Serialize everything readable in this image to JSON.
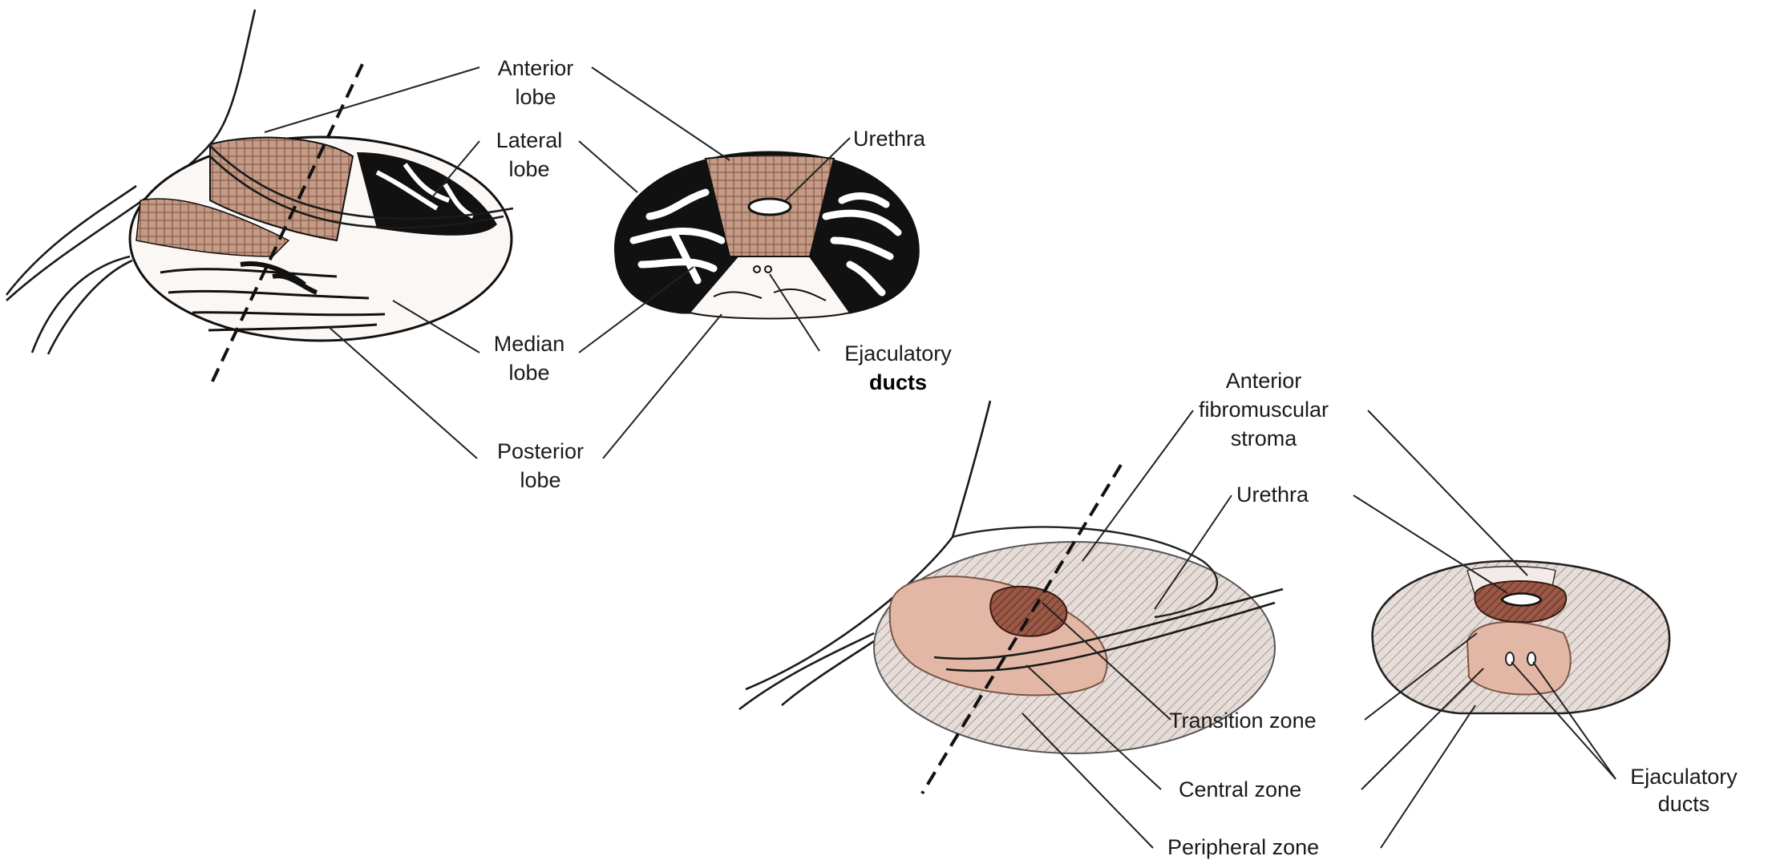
{
  "top_figure": {
    "labels": {
      "anterior_lobe": [
        "Anterior",
        "lobe"
      ],
      "lateral_lobe": [
        "Lateral",
        "lobe"
      ],
      "median_lobe": [
        "Median",
        "lobe"
      ],
      "posterior_lobe": [
        "Posterior",
        "lobe"
      ],
      "urethra": "Urethra",
      "ejaculatory_ducts": [
        "Ejaculatory",
        "ducts"
      ]
    }
  },
  "bottom_figure": {
    "labels": {
      "anterior_fibromuscular_stroma": [
        "Anterior",
        "fibromuscular",
        "stroma"
      ],
      "urethra": "Urethra",
      "transition_zone": "Transition zone",
      "central_zone": "Central zone",
      "peripheral_zone": "Peripheral zone",
      "ejaculatory_ducts": [
        "Ejaculatory",
        "ducts"
      ]
    }
  },
  "colors": {
    "lobe_brown": "#b58a74",
    "zone_pink_light": "#ecd6cd",
    "zone_pink": "#e3b7a5",
    "zone_dark": "#8a4a38",
    "ink": "#111111"
  }
}
